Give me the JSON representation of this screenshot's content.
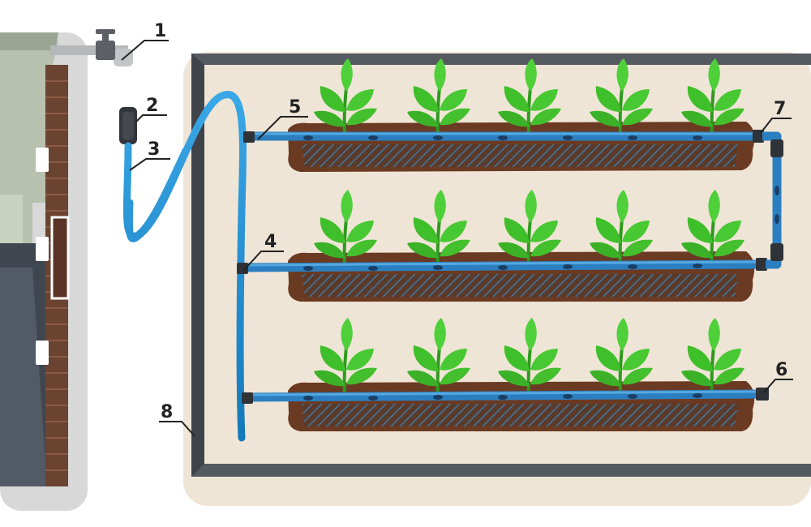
{
  "labels": {
    "l1": "1",
    "l2": "2",
    "l3": "3",
    "l4": "4",
    "l5": "5",
    "l6": "6",
    "l7": "7",
    "l8": "8"
  },
  "colors": {
    "hose_blue": "#1e9be0",
    "drip_tape": "#2b7fc0",
    "soil": "#6b3a22",
    "soil_dark": "#4a2615",
    "plant_green": "#3fbf2a",
    "frame": "#555a60",
    "ground": "#efe5d6",
    "house_wall": "#c9cfc0",
    "brick": "#6b4331",
    "pipe": "#b5b8bb",
    "label_text": "#222222"
  },
  "icons": {
    "tap": "faucet-icon",
    "filter": "filter-icon",
    "plant": "seedling-icon"
  }
}
